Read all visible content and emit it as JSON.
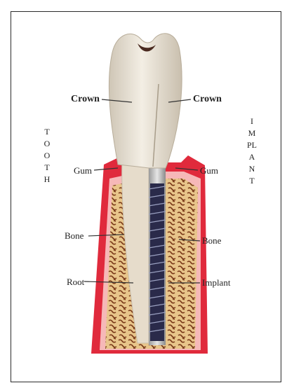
{
  "left_side": {
    "vertical_title": "TOOTH",
    "labels": [
      "Crown",
      "Gum",
      "Bone",
      "Root"
    ]
  },
  "right_side": {
    "vertical_title": "IMPLANT",
    "labels": [
      "Crown",
      "Gum",
      "Bone",
      "Implant"
    ]
  },
  "colors": {
    "gum": "#e02a3c",
    "bone_fill": "#e8c58a",
    "bone_pattern": "#7a3a1a",
    "crown": "#ece4d6",
    "implant_screw": "#2a2a4a"
  }
}
